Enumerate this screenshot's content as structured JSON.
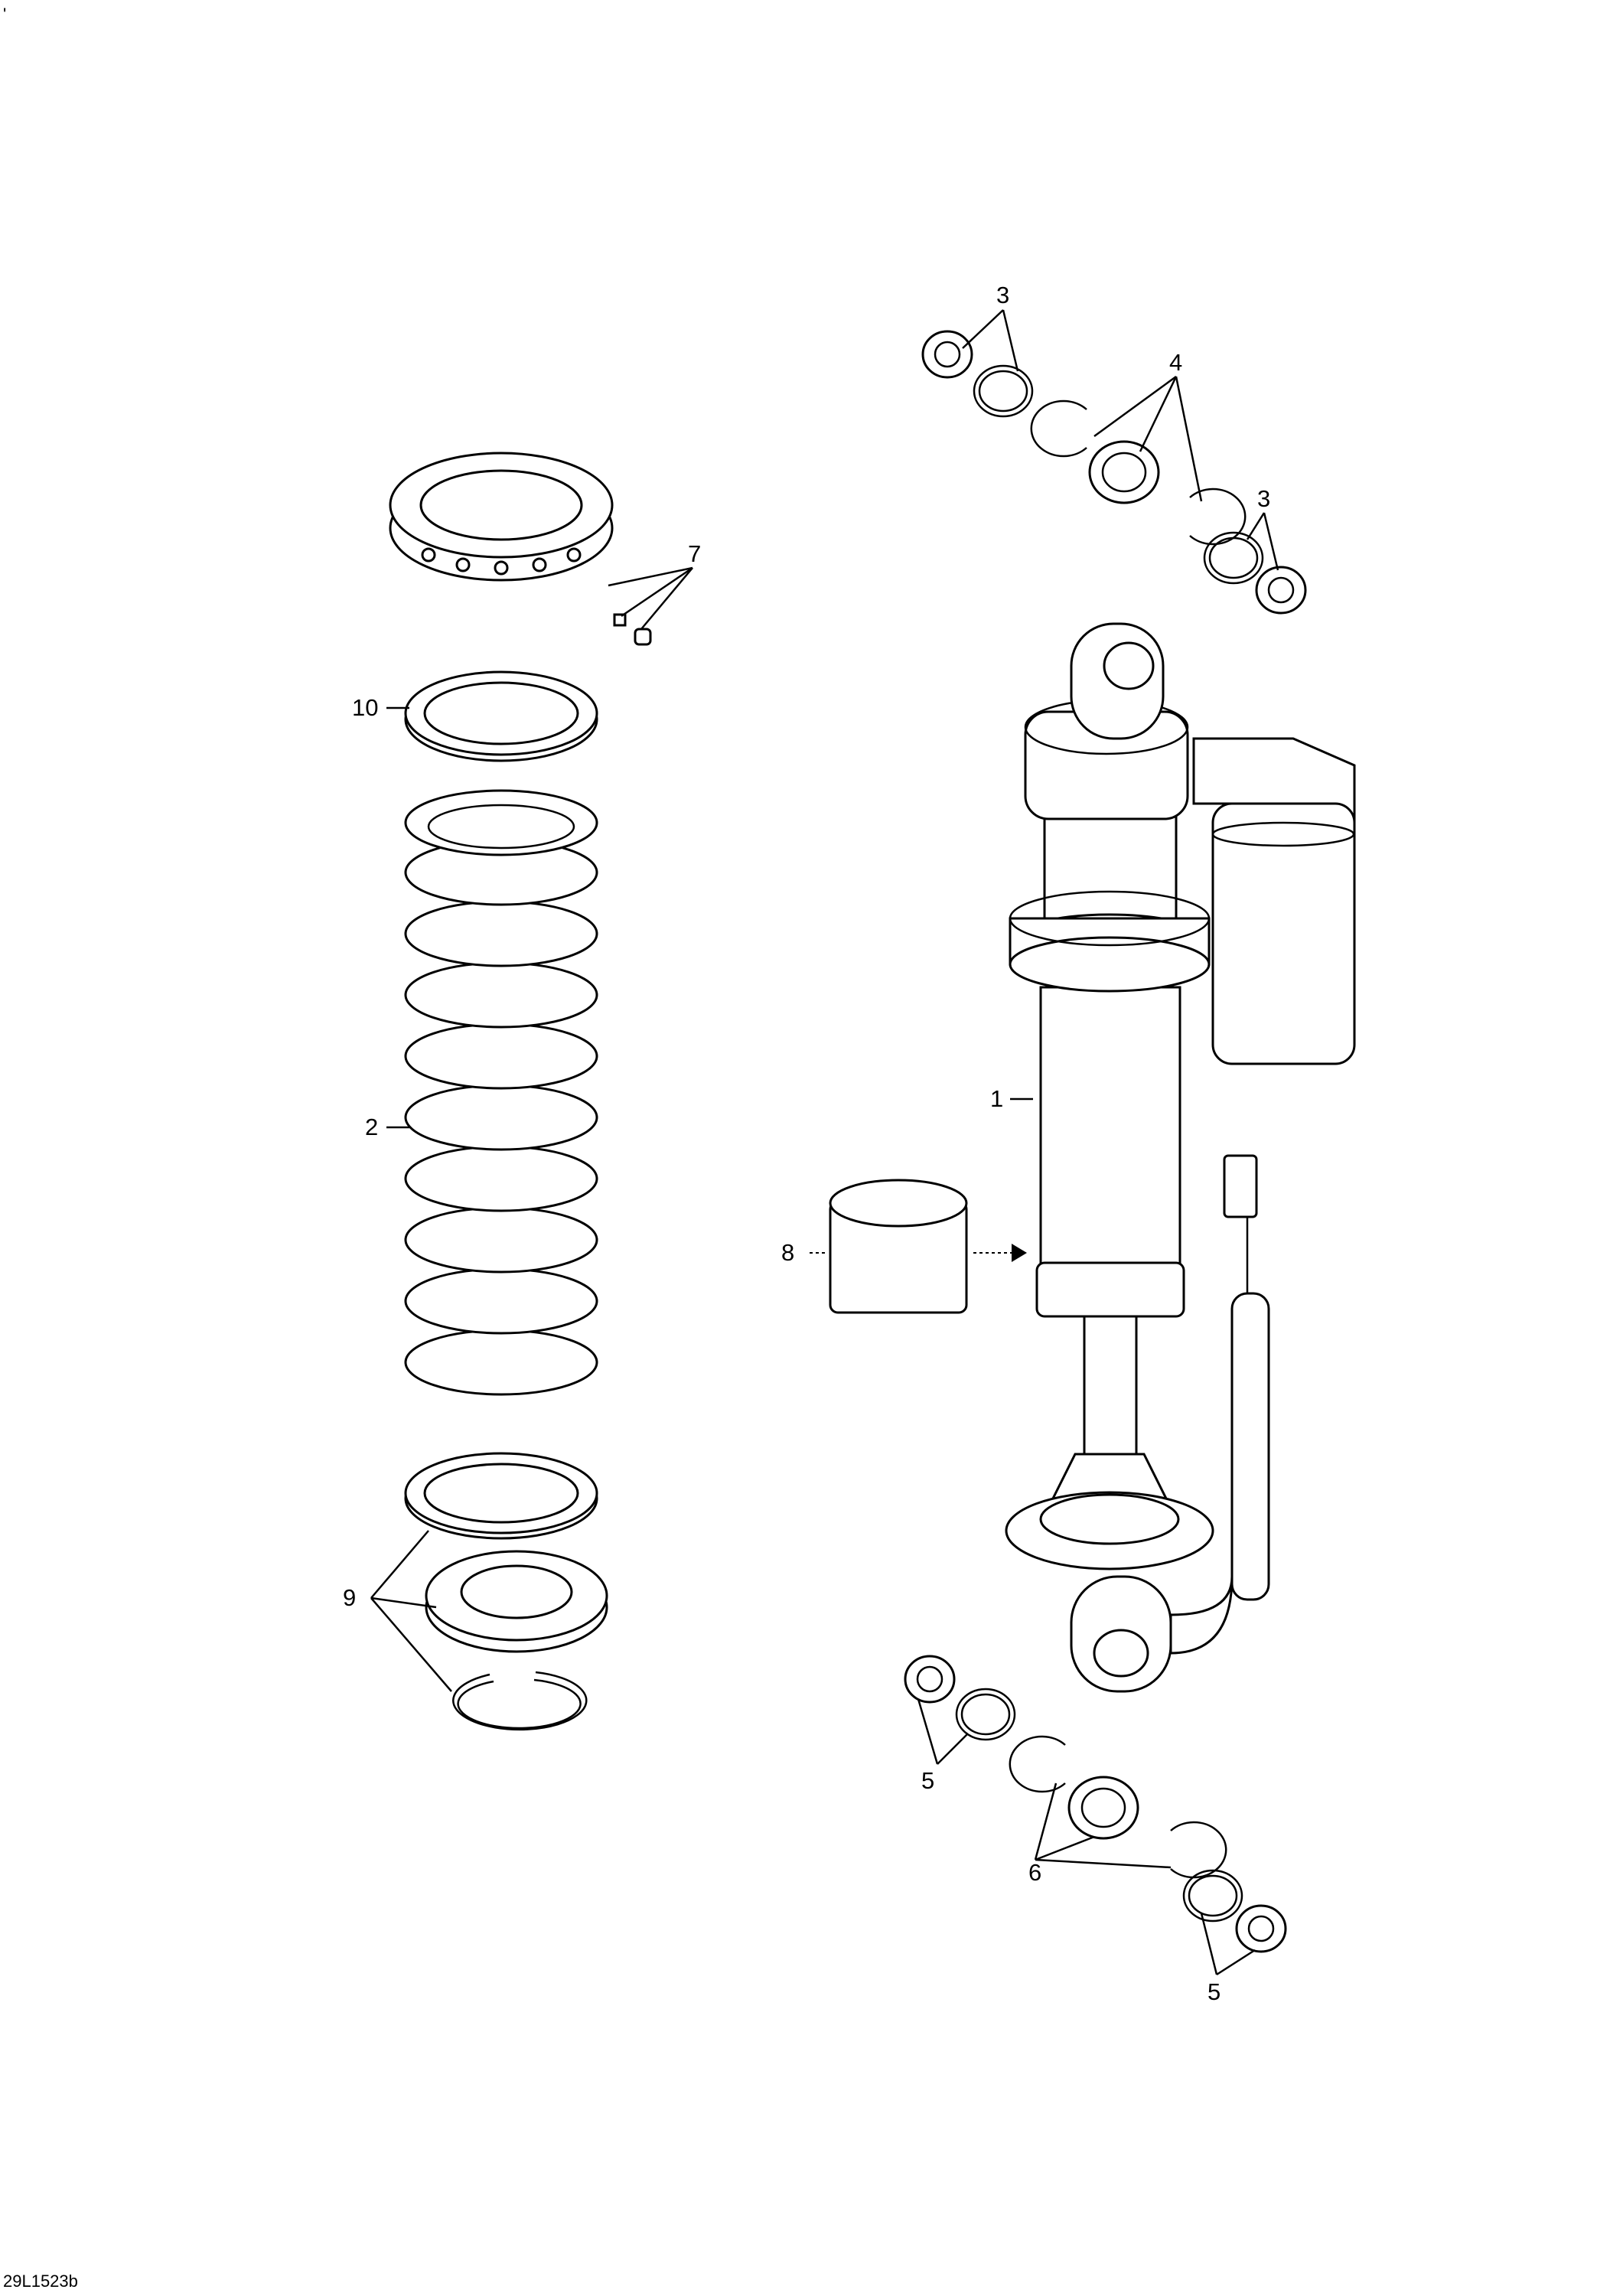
{
  "corner_mark": "'",
  "drawing_code": "29L1523b",
  "callouts": [
    "1",
    "2",
    "3",
    "3",
    "4",
    "5",
    "5",
    "6",
    "7",
    "8",
    "9",
    "10"
  ]
}
